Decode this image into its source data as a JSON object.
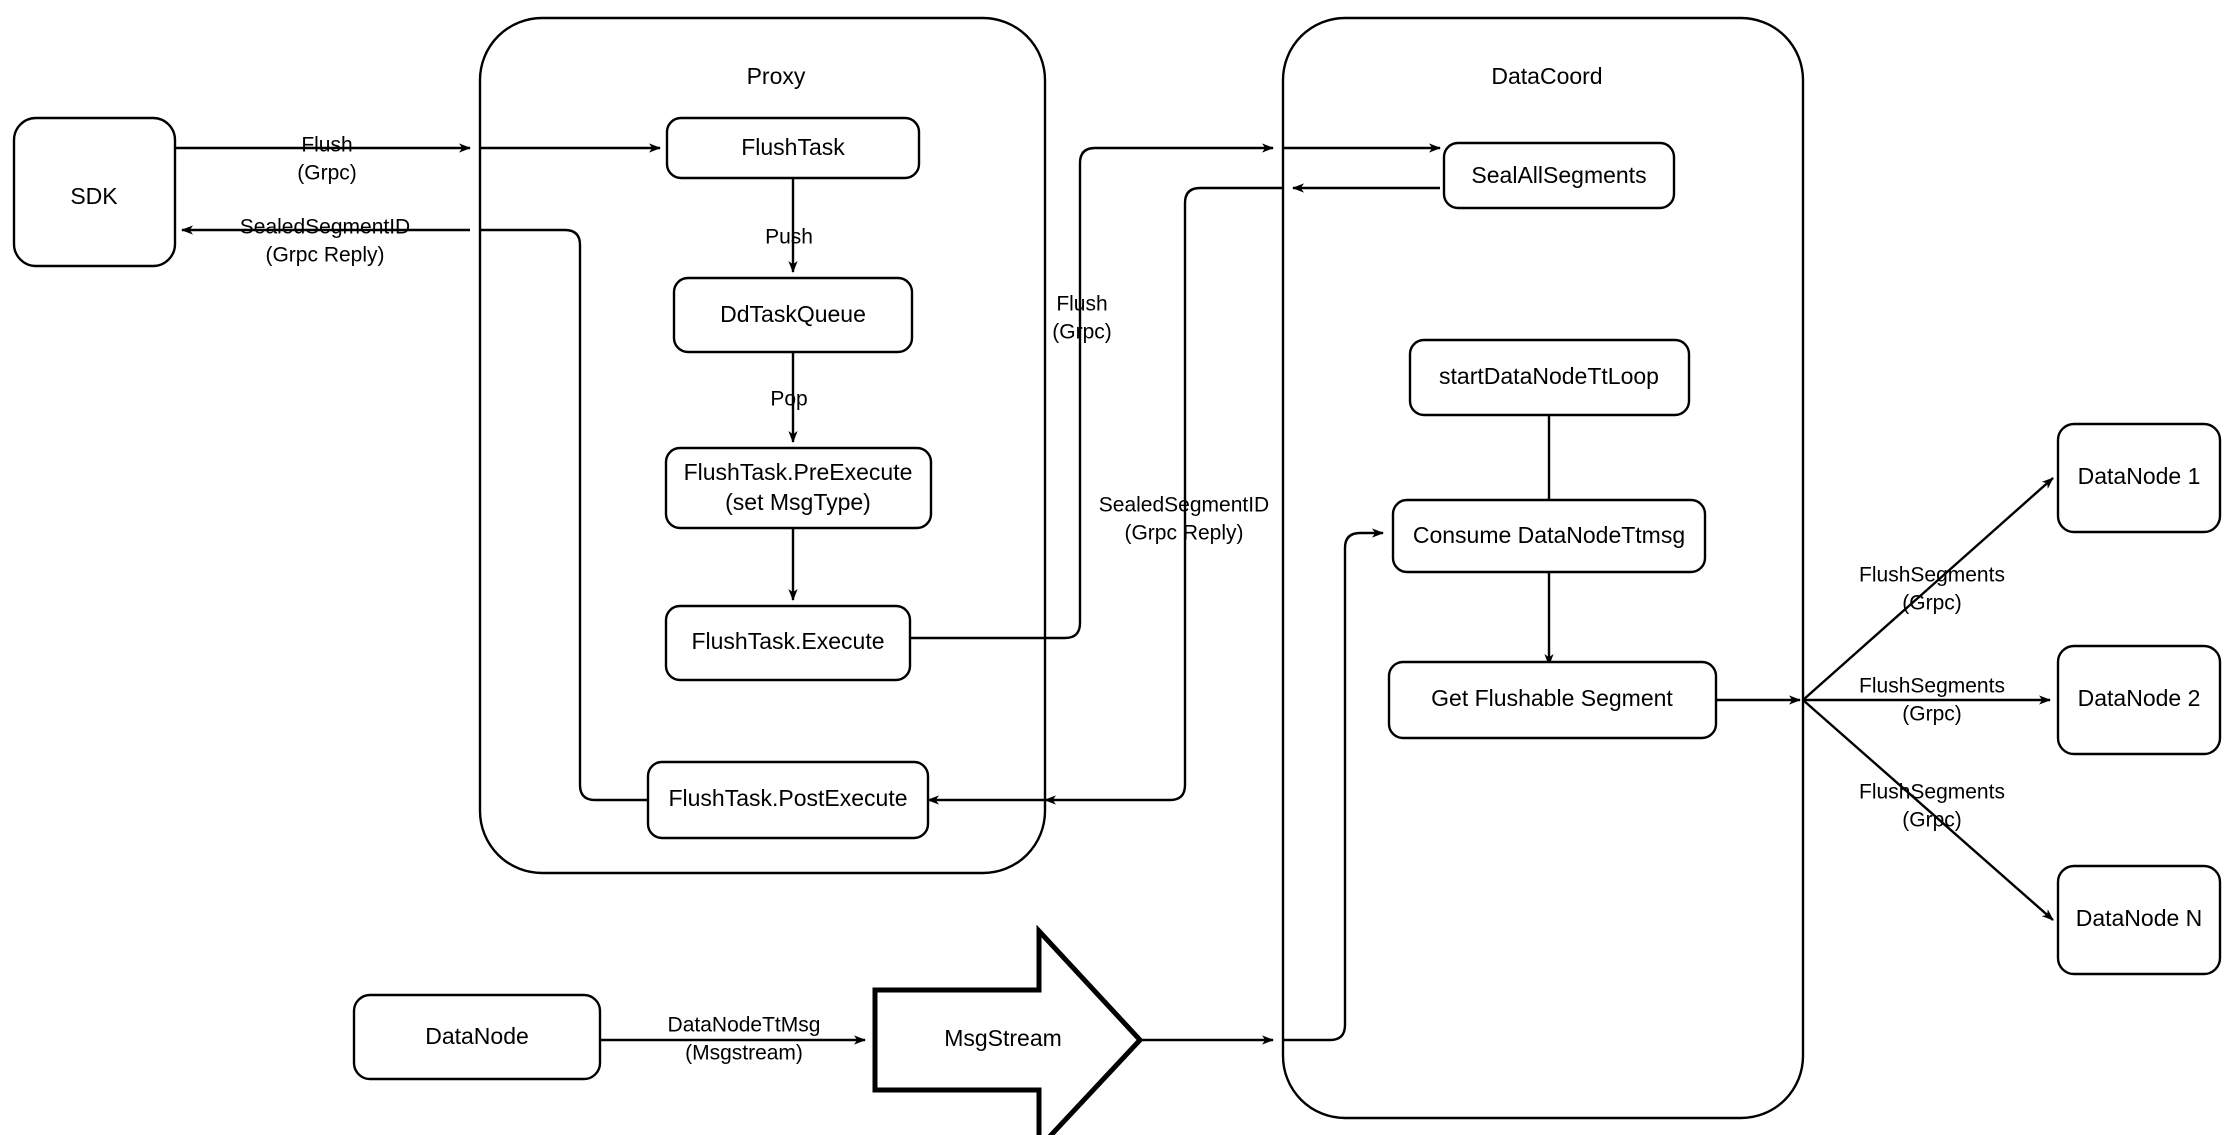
{
  "diagram": {
    "title": "Milvus Flush Sequence Architecture",
    "background_color": "#ffffff",
    "stroke_color": "#000000",
    "containers": [
      {
        "id": "proxy",
        "label": "Proxy"
      },
      {
        "id": "datacoord",
        "label": "DataCoord"
      }
    ],
    "nodes": {
      "sdk": "SDK",
      "flush_task": "FlushTask",
      "dd_task_queue": "DdTaskQueue",
      "flush_pre_execute_line1": "FlushTask.PreExecute",
      "flush_pre_execute_line2": "(set MsgType)",
      "flush_execute": "FlushTask.Execute",
      "flush_post_execute": "FlushTask.PostExecute",
      "seal_all_segments": "SealAllSegments",
      "start_datanode_tt_loop": "startDataNodeTtLoop",
      "consume_datanode_ttmsg": "Consume DataNodeTtmsg",
      "get_flushable_segment": "Get Flushable Segment",
      "datanode_1": "DataNode 1",
      "datanode_2": "DataNode 2",
      "datanode_n": "DataNode N",
      "datanode_source": "DataNode",
      "msgstream": "MsgStream"
    },
    "edge_labels": {
      "sdk_to_proxy_line1": "Flush",
      "sdk_to_proxy_line2": "(Grpc)",
      "proxy_to_sdk_line1": "SealedSegmentID",
      "proxy_to_sdk_line2": "(Grpc Reply)",
      "push": "Push",
      "pop": "Pop",
      "proxy_to_datacoord_line1": "Flush",
      "proxy_to_datacoord_line2": "(Grpc)",
      "datacoord_to_proxy_line1": "SealedSegmentID",
      "datacoord_to_proxy_line2": "(Grpc Reply)",
      "datanode_ttmsg_line1": "DataNodeTtMsg",
      "datanode_ttmsg_line2": "(Msgstream)",
      "flush_segments_1_line1": "FlushSegments",
      "flush_segments_1_line2": "(Grpc)",
      "flush_segments_2_line1": "FlushSegments",
      "flush_segments_2_line2": "(Grpc)",
      "flush_segments_n_line1": "FlushSegments",
      "flush_segments_n_line2": "(Grpc)"
    }
  }
}
